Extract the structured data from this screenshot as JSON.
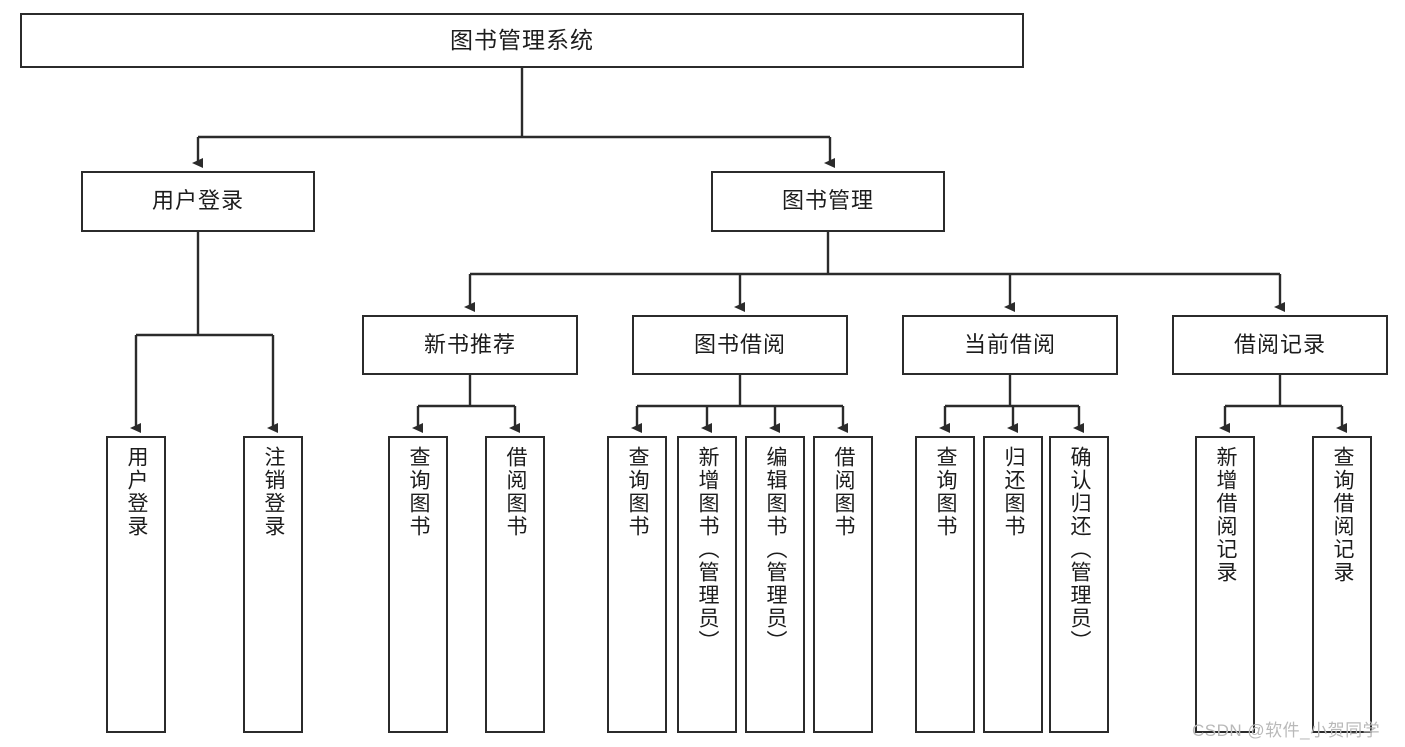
{
  "diagram": {
    "title": "图书管理系统",
    "watermark": "CSDN @软件_小贺同学",
    "colors": {
      "stroke": "#2b2b2b",
      "fill": "#ffffff",
      "text": "#1c1c1c",
      "watermark": "#b9b9b9"
    },
    "root": {
      "label": "图书管理系统"
    },
    "level2": [
      {
        "label": "用户登录"
      },
      {
        "label": "图书管理"
      }
    ],
    "level3": [
      {
        "label": "新书推荐"
      },
      {
        "label": "图书借阅"
      },
      {
        "label": "当前借阅"
      },
      {
        "label": "借阅记录"
      }
    ],
    "leaves": {
      "user_login": [
        {
          "label": "用户登录"
        },
        {
          "label": "注销登录"
        }
      ],
      "new_book": [
        {
          "label": "查询图书"
        },
        {
          "label": "借阅图书"
        }
      ],
      "book_borrow": [
        {
          "label": "查询图书"
        },
        {
          "label": "新增图书（管理员）"
        },
        {
          "label": "编辑图书（管理员）"
        },
        {
          "label": "借阅图书"
        }
      ],
      "current_borrow": [
        {
          "label": "查询图书"
        },
        {
          "label": "归还图书"
        },
        {
          "label": "确认归还（管理员）"
        }
      ],
      "borrow_record": [
        {
          "label": "新增借阅记录"
        },
        {
          "label": "查询借阅记录"
        }
      ]
    }
  }
}
